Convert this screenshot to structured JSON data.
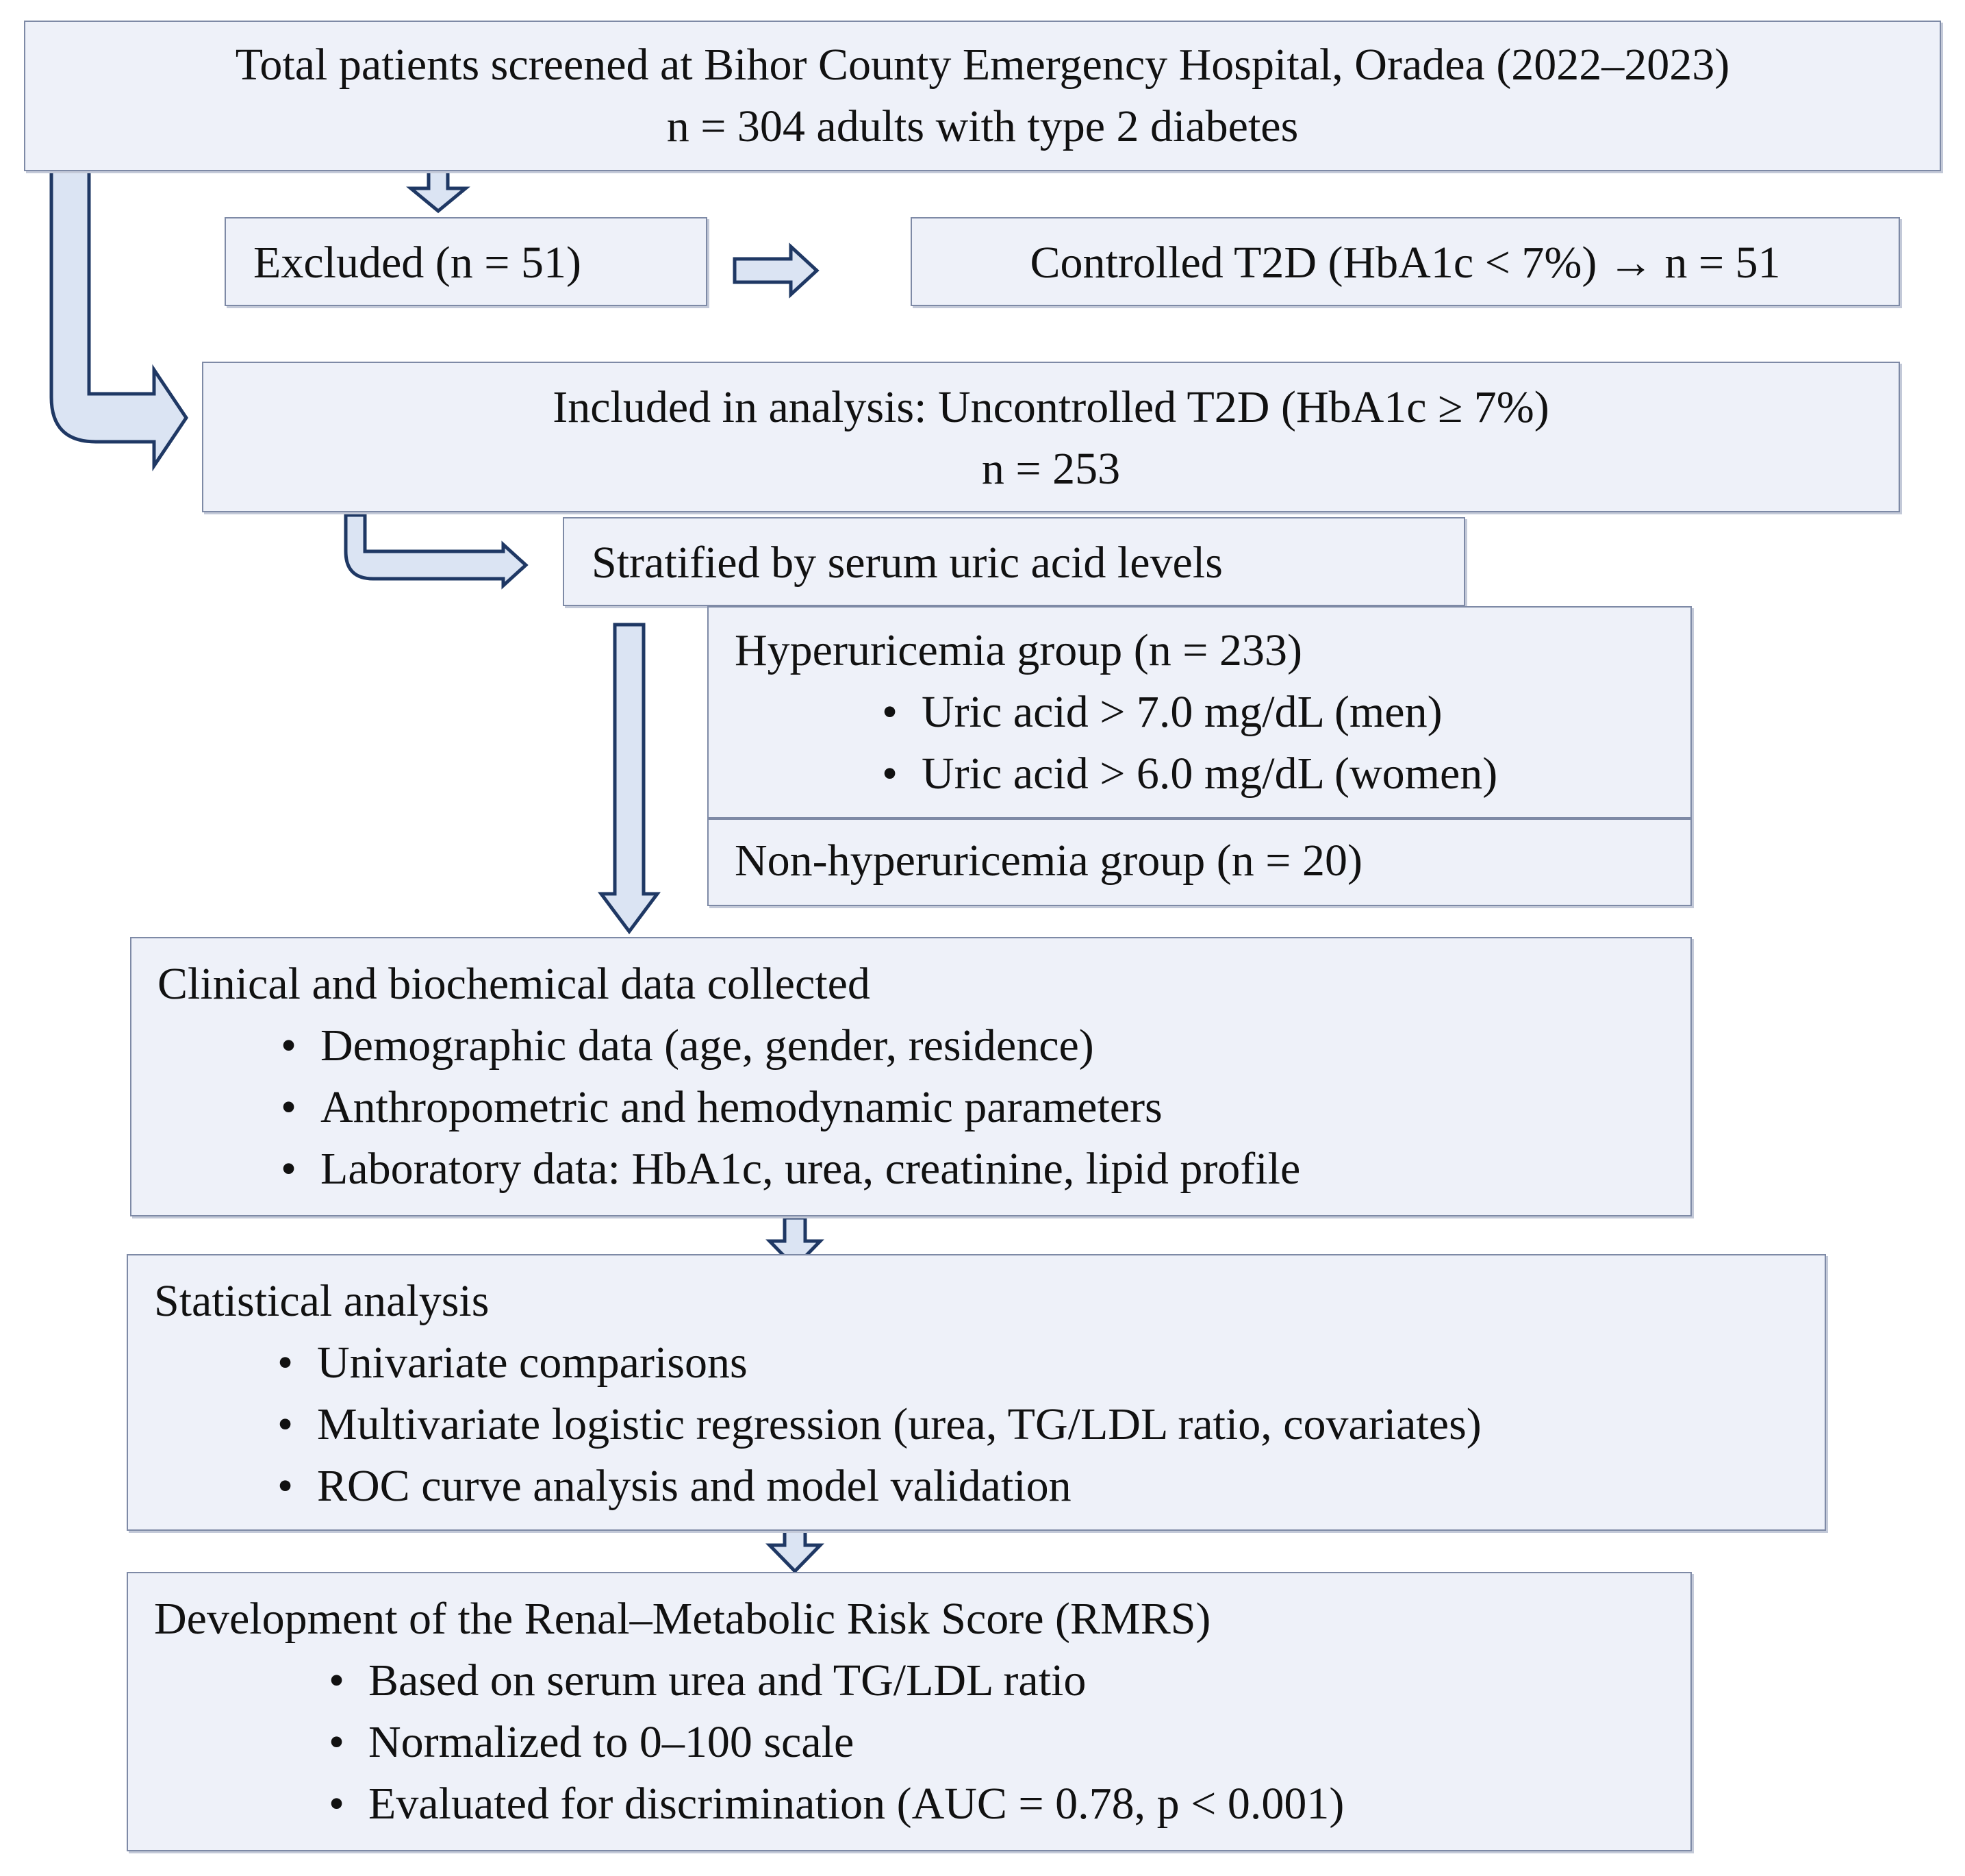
{
  "screened": {
    "line1": "Total patients screened at Bihor County Emergency Hospital, Oradea (2022–2023)",
    "line2": "n = 304 adults with type 2 diabetes"
  },
  "excluded": {
    "label": "Excluded (n = 51)"
  },
  "controlled": {
    "label": "Controlled T2D (HbA1c < 7%) → n = 51"
  },
  "included": {
    "line1": "Included in analysis: Uncontrolled T2D (HbA1c ≥ 7%)",
    "line2": "n = 253"
  },
  "stratified": {
    "label": "Stratified by serum uric acid levels"
  },
  "hyper": {
    "title": "Hyperuricemia group (n = 233)",
    "bullets": [
      "Uric acid > 7.0 mg/dL (men)",
      "Uric acid > 6.0 mg/dL (women)"
    ]
  },
  "nonhyper": {
    "title": "Non-hyperuricemia group (n = 20)"
  },
  "clinical": {
    "title": "Clinical and biochemical data collected",
    "bullets": [
      "Demographic data (age, gender, residence)",
      "Anthropometric and hemodynamic parameters",
      "Laboratory data: HbA1c, urea, creatinine, lipid profile"
    ]
  },
  "stats": {
    "title": "Statistical analysis",
    "bullets": [
      "Univariate comparisons",
      "Multivariate logistic regression (urea, TG/LDL ratio, covariates)",
      "ROC curve analysis and model validation"
    ]
  },
  "rmrs": {
    "title": "Development of the Renal–Metabolic Risk Score (RMRS)",
    "bullets": [
      "Based on serum urea and TG/LDL ratio",
      "Normalized to 0–100 scale",
      "Evaluated for discrimination (AUC = 0.78, p < 0.001)"
    ]
  },
  "colors": {
    "box_fill": "#eef1f9",
    "box_border": "#7e8aa6",
    "arrow_fill": "#dbe4f3",
    "arrow_stroke": "#1f3864"
  },
  "bullet_glyph": "•"
}
